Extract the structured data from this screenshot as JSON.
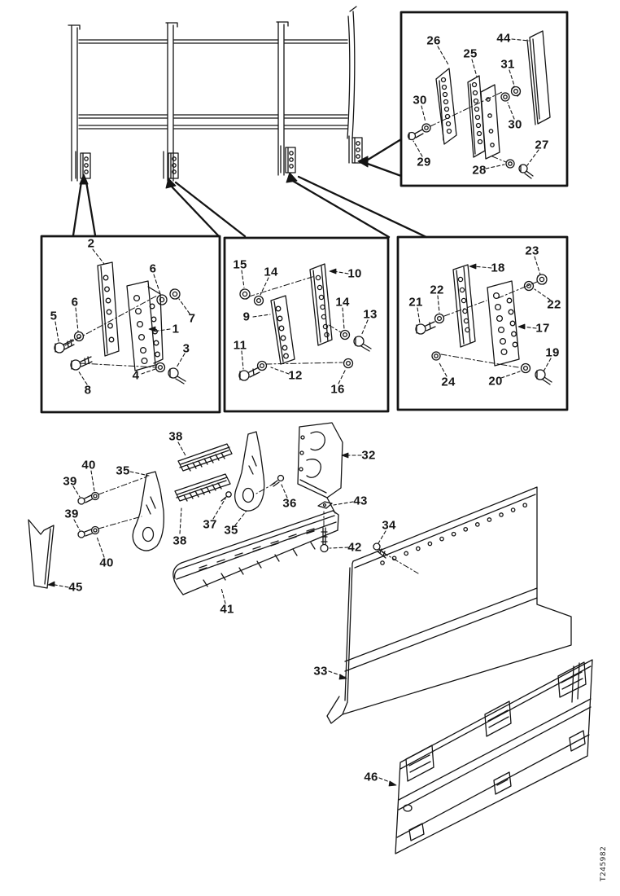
{
  "colors": {
    "ink": "#141414",
    "paper": "#ffffff"
  },
  "drawing_number": "T245982",
  "callouts": {
    "inset": [
      {
        "label": "26"
      },
      {
        "label": "44"
      },
      {
        "label": "25"
      },
      {
        "label": "31"
      },
      {
        "label": "30"
      },
      {
        "label": "30"
      },
      {
        "label": "29"
      },
      {
        "label": "28"
      },
      {
        "label": "27"
      }
    ],
    "box1": [
      {
        "label": "2"
      },
      {
        "label": "6"
      },
      {
        "label": "6"
      },
      {
        "label": "5"
      },
      {
        "label": "7"
      },
      {
        "label": "1"
      },
      {
        "label": "3"
      },
      {
        "label": "4"
      },
      {
        "label": "8"
      }
    ],
    "box2": [
      {
        "label": "15"
      },
      {
        "label": "14"
      },
      {
        "label": "10"
      },
      {
        "label": "9"
      },
      {
        "label": "14"
      },
      {
        "label": "13"
      },
      {
        "label": "11"
      },
      {
        "label": "12"
      },
      {
        "label": "16"
      }
    ],
    "box3": [
      {
        "label": "23"
      },
      {
        "label": "18"
      },
      {
        "label": "22"
      },
      {
        "label": "21"
      },
      {
        "label": "22"
      },
      {
        "label": "17"
      },
      {
        "label": "19"
      },
      {
        "label": "24"
      },
      {
        "label": "20"
      }
    ],
    "mid": [
      {
        "label": "38"
      },
      {
        "label": "40"
      },
      {
        "label": "39"
      },
      {
        "label": "35"
      },
      {
        "label": "39"
      },
      {
        "label": "40"
      },
      {
        "label": "45"
      },
      {
        "label": "38"
      },
      {
        "label": "37"
      },
      {
        "label": "35"
      },
      {
        "label": "36"
      },
      {
        "label": "41"
      },
      {
        "label": "32"
      },
      {
        "label": "43"
      },
      {
        "label": "34"
      },
      {
        "label": "42"
      }
    ],
    "bottom": [
      {
        "label": "33"
      },
      {
        "label": "46"
      }
    ]
  }
}
